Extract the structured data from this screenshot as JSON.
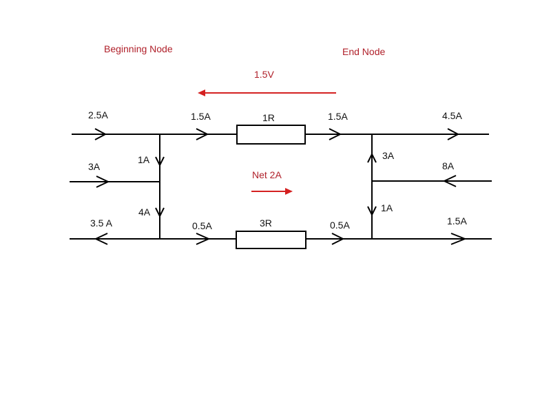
{
  "nodes": {
    "beginning": "Beginning Node",
    "end": "End Node"
  },
  "annotations": {
    "voltage": "1.5V",
    "net_current": "Net 2A"
  },
  "resistors": {
    "top": "1R",
    "bottom": "3R"
  },
  "currents": {
    "left_top_in": "2.5A",
    "left_mid_in": "3A",
    "left_bottom_out": "3.5 A",
    "left_vert_top": "1A",
    "left_vert_bottom": "4A",
    "top_before_r": "1.5A",
    "top_after_r": "1.5A",
    "bottom_before_r": "0.5A",
    "bottom_after_r": "0.5A",
    "right_vert_top": "3A",
    "right_vert_bottom": "1A",
    "right_top_out": "4.5A",
    "right_mid_in": "8A",
    "right_bottom_out": "1.5A"
  },
  "colors": {
    "annotation": "#b0202a",
    "arrow_red": "#d42020",
    "wire": "#000000"
  }
}
